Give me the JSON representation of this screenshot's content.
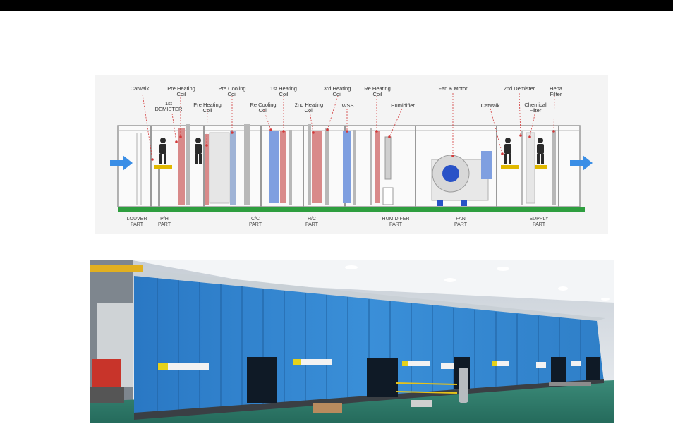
{
  "diagram": {
    "labels": {
      "catwalk_1": "Catwalk",
      "pre_heating_coil_1": "Pre Heating\nCoil",
      "demister_1": "1st\nDEMISTER",
      "pre_heating_coil_2": "Pre Heating\nCoil",
      "pre_cooling_coil": "Pre Cooling\nCoil",
      "re_cooling_coil": "Re Cooling\nCoil",
      "heating_coil_1st": "1st Heating\nCoil",
      "heating_coil_2nd": "2nd Heating\nCoil",
      "heating_coil_3rd": "3rd Heating\nCoil",
      "wss": "WSS",
      "re_heating_coil": "Re Heating\nCoil",
      "humidifier": "Humidifier",
      "fan_motor": "Fan & Motor",
      "catwalk_2": "Catwalk",
      "demister_2nd": "2nd Demister",
      "chemical_filter": "Chemical\nFilter",
      "hepa_filter": "Hepa\nFilter"
    },
    "parts": {
      "louver": "LOUVER\nPART",
      "ph": "P/H\nPART",
      "cc": "C/C\nPART",
      "hc": "H/C\nPART",
      "humidifier": "HUMIDIFER\nPART",
      "fan": "FAN\nPART",
      "supply": "SUPPLY\nPART"
    },
    "colors": {
      "airflow_arrow": "#3a8ee6",
      "base_rail": "#2e9e3f",
      "heating_coil": "#d98a8a",
      "cooling_coil": "#7f9fe0",
      "leader_line": "#d33a3a"
    }
  },
  "photo": {
    "colors": {
      "unit_panel": "#2f7fc8",
      "floor": "#2f7f6e",
      "ceiling": "#dfe4ea"
    }
  }
}
